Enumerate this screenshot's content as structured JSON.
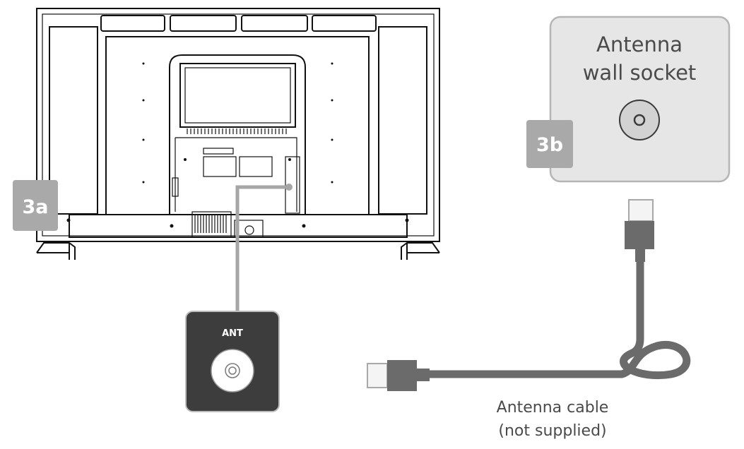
{
  "badges": {
    "tv": "3a",
    "wall": "3b"
  },
  "wall_socket": {
    "line1": "Antenna",
    "line2": "wall socket"
  },
  "tv_port": {
    "label": "ANT"
  },
  "cable": {
    "line1": "Antenna cable",
    "line2": "(not supplied)"
  },
  "colors": {
    "badge": "#a9a9a9",
    "panel": "#e6e6e6",
    "panel_border": "#b5b5b5",
    "port_box": "#3d3d3d",
    "cable": "#6b6b6b",
    "plug_light": "#f4f4f4"
  }
}
